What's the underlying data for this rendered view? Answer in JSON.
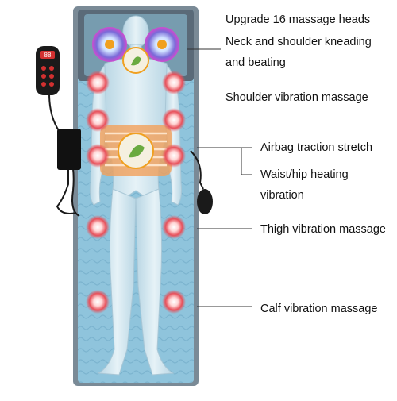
{
  "labels": {
    "heads": "Upgrade 16 massage heads",
    "neck_line1": "Neck and shoulder kneading",
    "neck_line2": "and beating",
    "shoulder": "Shoulder vibration massage",
    "airbag": "Airbag traction stretch",
    "waist_line1": "Waist/hip heating",
    "waist_line2": "vibration",
    "thigh": "Thigh vibration massage",
    "calf": "Calf vibration massage"
  },
  "colors": {
    "mat": "#8fc4dc",
    "mat_border": "#7a8a96",
    "head_pad": "#5a6a78",
    "body": "#cfe3ec",
    "massage_node": "#e8505a",
    "heating_pad": "#f2a05a",
    "leaf": "#6aaa40",
    "remote": "#1a1a1a",
    "remote_button": "#d23030"
  },
  "remote": {
    "display": "88"
  },
  "icons": [
    "massage-node-icon",
    "leaf-icon",
    "heating-coil-icon",
    "remote-control-icon",
    "air-pump-bulb-icon"
  ]
}
